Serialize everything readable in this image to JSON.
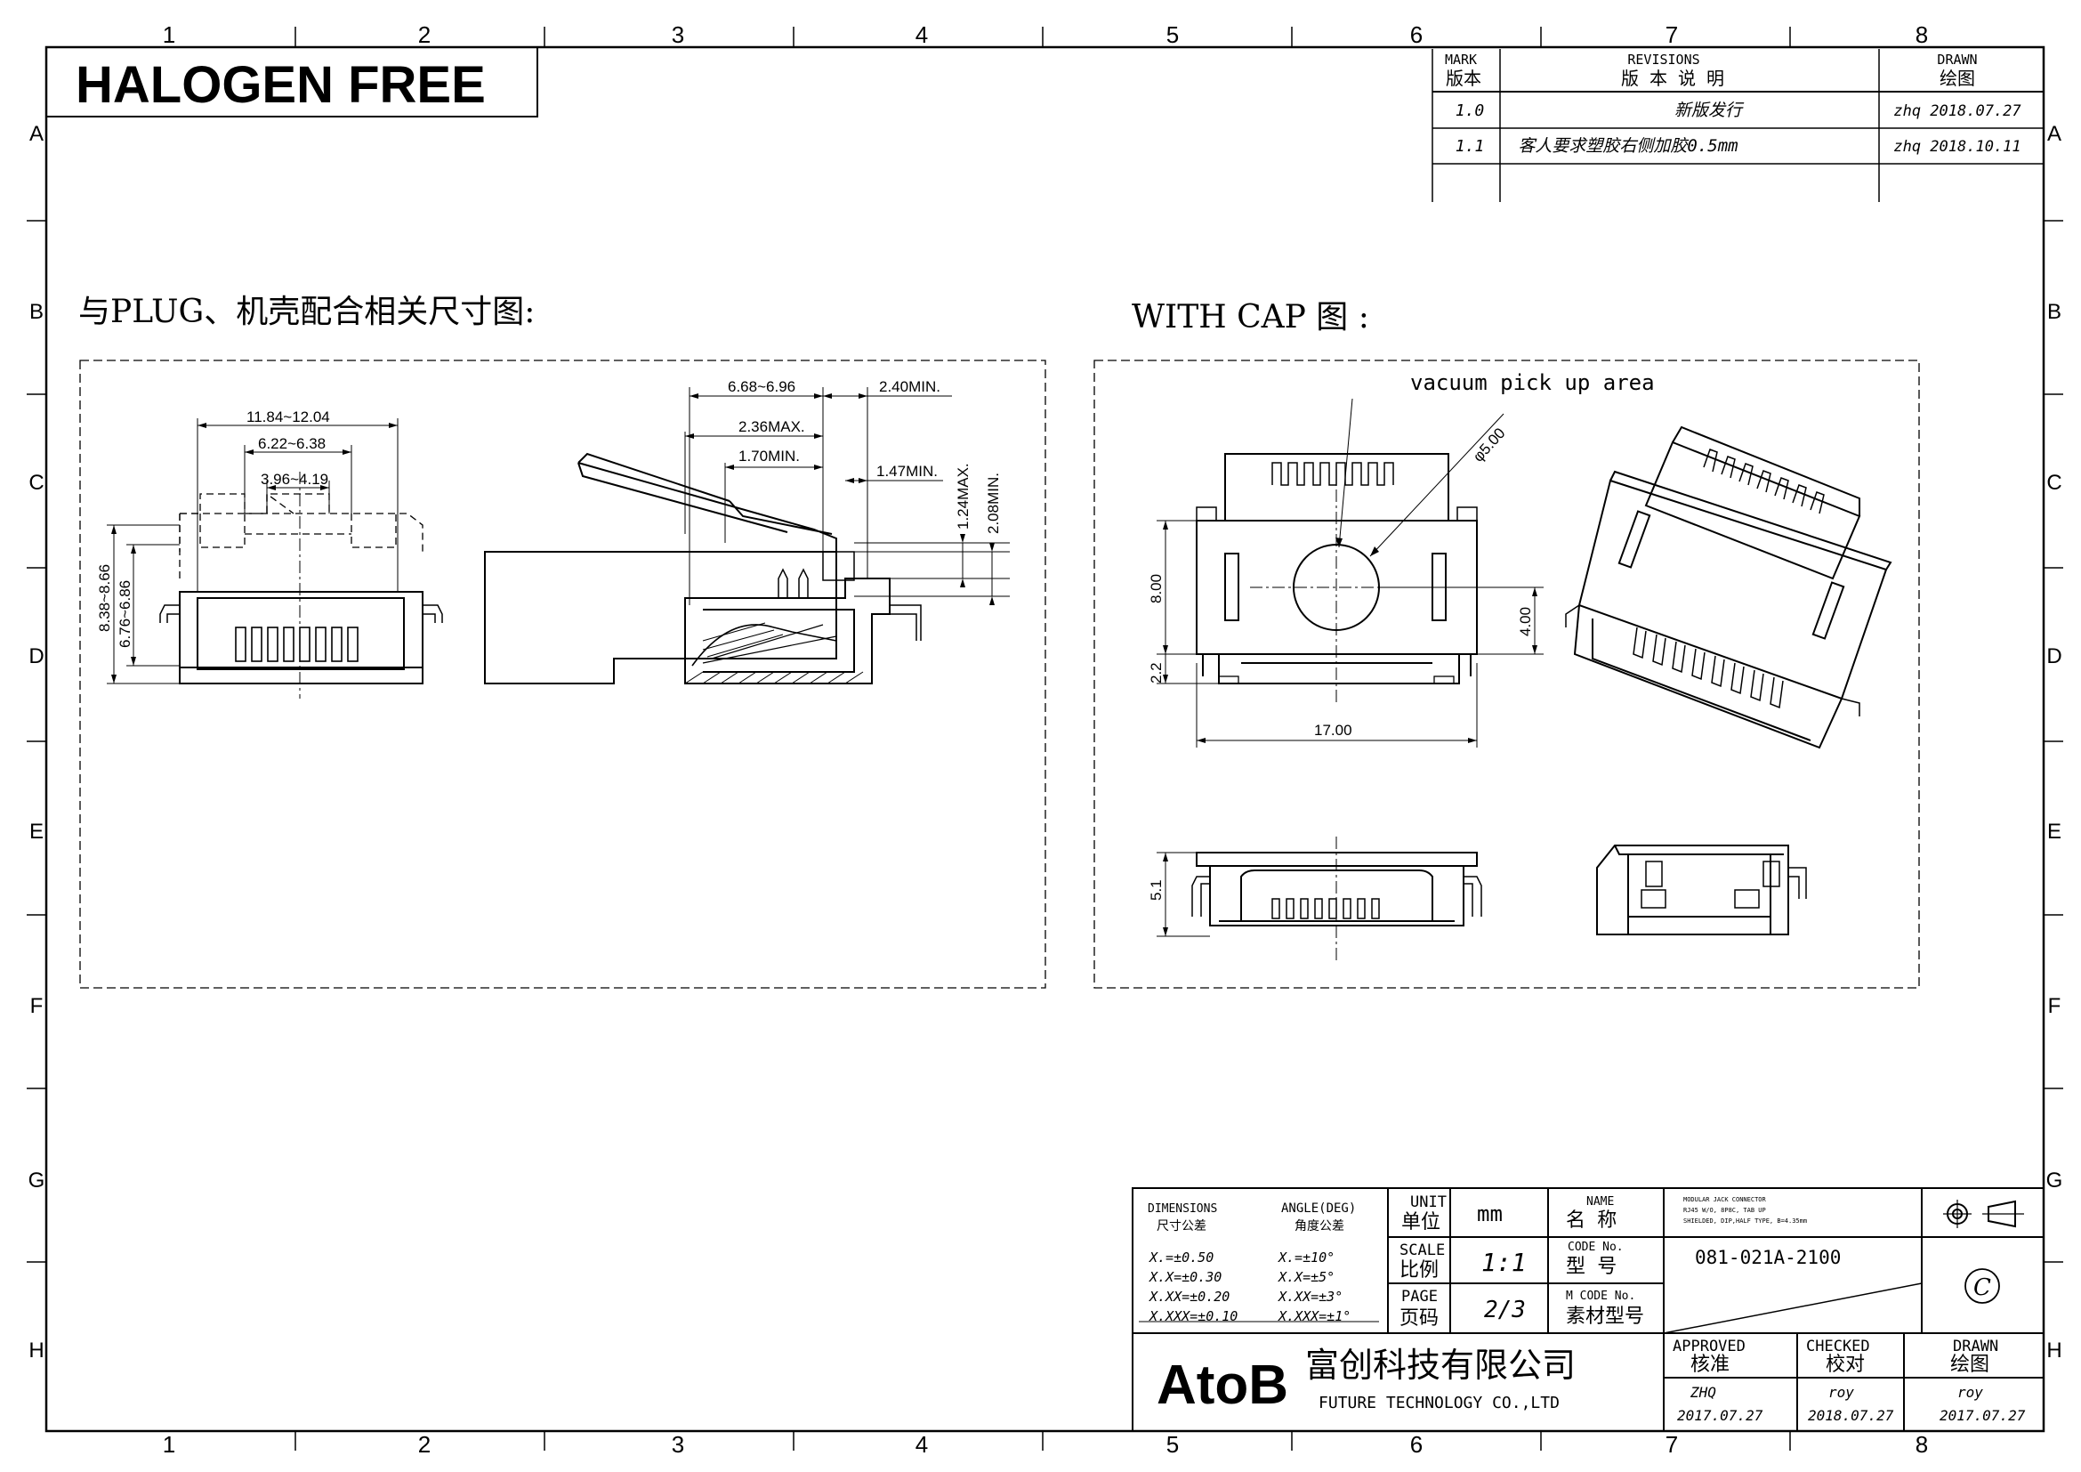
{
  "frame": {
    "col_numbers": [
      "1",
      "2",
      "3",
      "4",
      "5",
      "6",
      "7",
      "8"
    ],
    "row_letters": [
      "A",
      "B",
      "C",
      "D",
      "E",
      "F",
      "G",
      "H"
    ]
  },
  "banner": {
    "title": "HALOGEN FREE"
  },
  "revisions": {
    "hdr_mark_en": "MARK",
    "hdr_mark_cn": "版本",
    "hdr_rev_en": "REVISIONS",
    "hdr_rev_cn": "版  本  说  明",
    "hdr_drawn_en": "DRAWN",
    "hdr_drawn_cn": "绘图",
    "rows": [
      {
        "mark": "1.0",
        "desc": "新版发行",
        "drawn": "zhq 2018.07.27"
      },
      {
        "mark": "1.1",
        "desc": "客人要求塑胶右侧加胶0.5mm",
        "drawn": "zhq 2018.10.11"
      }
    ]
  },
  "left_view": {
    "caption": "与PLUG、机壳配合相关尺寸图:",
    "dims": {
      "w_outer": "11.84~12.04",
      "w_mid": "6.22~6.38",
      "w_inner": "3.96~4.19",
      "h_outer": "8.38~8.66",
      "h_inner": "6.76~6.86"
    },
    "side_dims": {
      "a": "6.68~6.96",
      "b": "2.40MIN.",
      "c": "2.36MAX.",
      "d": "1.70MIN.",
      "e": "1.47MIN.",
      "f": "1.24MAX.",
      "g": "2.08MIN."
    }
  },
  "right_view": {
    "caption": "WITH CAP 图 :",
    "pick_label": "vacuum pick up area",
    "dims": {
      "diameter": "φ5.00",
      "height": "8.00",
      "offset": "2.2",
      "half": "4.00",
      "width": "17.00",
      "side_h": "5.1"
    }
  },
  "title_block": {
    "dimensions_en": "DIMENSIONS",
    "dimensions_cn": "尺寸公差",
    "angle_en": "ANGLE(DEG)",
    "angle_cn": "角度公差",
    "tol": [
      "X.=±0.50",
      "X.X=±0.30",
      "X.XX=±0.20",
      "X.XXX=±0.10"
    ],
    "ang": [
      "X.=±10°",
      "X.X=±5°",
      "X.XX=±3°",
      "X.XXX=±1°"
    ],
    "unit_en": "UNIT",
    "unit_cn": "单位",
    "unit_val": "mm",
    "scale_en": "SCALE",
    "scale_cn": "比例",
    "scale_val": "1:1",
    "page_en": "PAGE",
    "page_cn": "页码",
    "page_val": "2/3",
    "name_en": "NAME",
    "name_cn": "名   称",
    "name_val1": "MODULAR JACK CONNECTOR",
    "name_val2": "RJ45 W/O, 8P8C, TAB UP",
    "name_val3": "SHIELDED, DIP,HALF TYPE, B=4.35mm",
    "code_en": "CODE No.",
    "code_cn": "型    号",
    "code_val": "081-021A-2100",
    "mcode_en": "M CODE No.",
    "mcode_cn": "素材型号",
    "copyright": "C",
    "company_logo": "AtoB",
    "company_cn": "富创科技有限公司",
    "company_en": "FUTURE TECHNOLOGY CO.,LTD",
    "approved_en": "APPROVED",
    "approved_cn": "核准",
    "checked_en": "CHECKED",
    "checked_cn": "校对",
    "drawn_en": "DRAWN",
    "drawn_cn": "绘图",
    "approved_by": "ZHQ",
    "approved_date": "2017.07.27",
    "checked_by": "roy",
    "checked_date": "2018.07.27",
    "drawn_by": "roy",
    "drawn_date": "2017.07.27"
  }
}
